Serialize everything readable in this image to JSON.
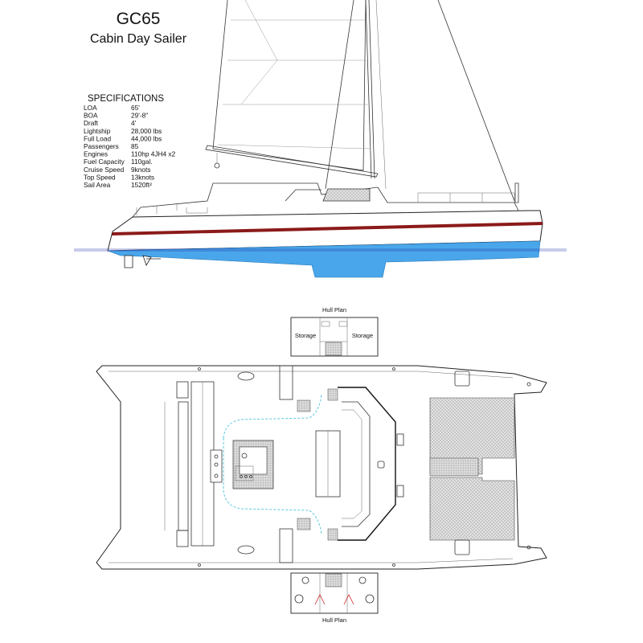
{
  "title": {
    "model": "GC65",
    "subtitle": "Cabin Day Sailer"
  },
  "specifications": {
    "heading": "SPECIFICATIONS",
    "rows": [
      {
        "label": "LOA",
        "value": "65'"
      },
      {
        "label": "BOA",
        "value": "29'-8\""
      },
      {
        "label": "Draft",
        "value": "4'"
      },
      {
        "label": "Lightship",
        "value": "28,000 lbs"
      },
      {
        "label": "Full Load",
        "value": "44,000 lbs"
      },
      {
        "label": "Passengers",
        "value": "85"
      },
      {
        "label": "Engines",
        "value": "110hp 4JH4 x2"
      },
      {
        "label": "Fuel Capacity",
        "value": "110gal."
      },
      {
        "label": "Cruise Speed",
        "value": "9knots"
      },
      {
        "label": "Top Speed",
        "value": "13knots"
      },
      {
        "label": "Sail Area",
        "value": "1520ft²"
      }
    ]
  },
  "hull_plan_top": {
    "label": "Hull Plan",
    "left_label": "Storage",
    "right_label": "Storage"
  },
  "hull_plan_bottom": {
    "label": "Hull Plan"
  },
  "colors": {
    "hull_bottom": "#4aa6ea",
    "boot_stripe": "#8b1a1a",
    "waterline": "#2233aa",
    "netting": "#d8d8d8",
    "dashed_path": "#4cc3d9"
  }
}
